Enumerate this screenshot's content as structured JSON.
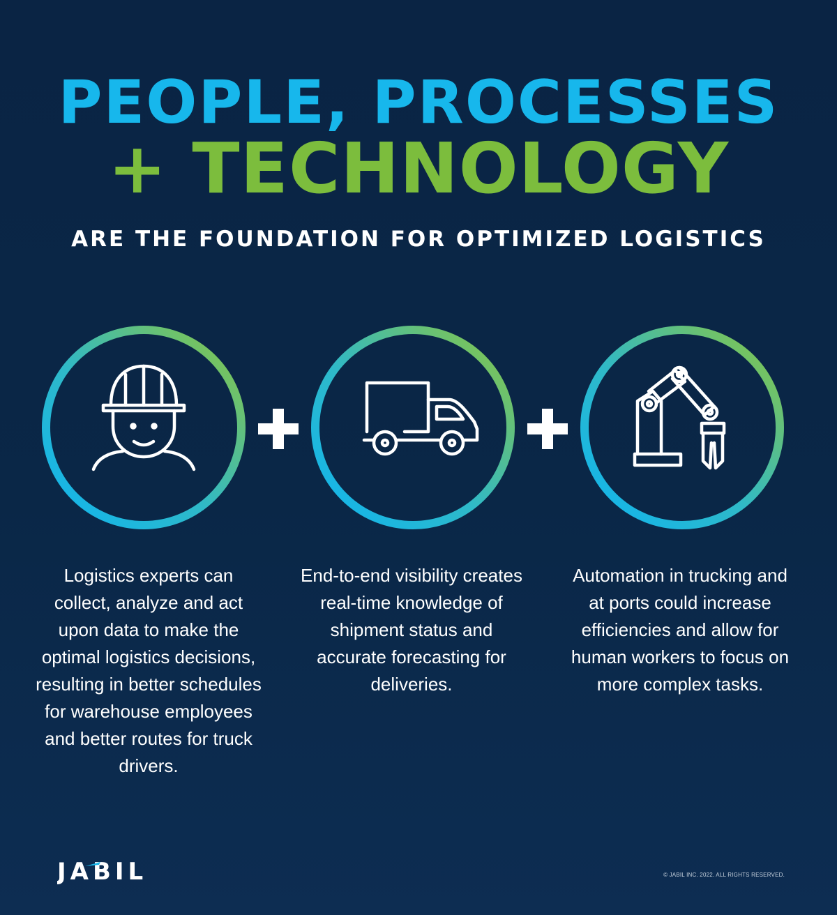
{
  "header": {
    "line1": "PEOPLE, PROCESSES",
    "line2": "+ TECHNOLOGY",
    "subline": "ARE THE FOUNDATION FOR OPTIMIZED LOGISTICS"
  },
  "pillars": [
    {
      "icon": "worker-hardhat-icon",
      "text": "Logistics experts can collect, analyze and act upon data to make the optimal logistics decisions, resulting in better schedules for warehouse employees and better routes for truck drivers."
    },
    {
      "icon": "delivery-truck-icon",
      "text": "End-to-end visibility creates real-time knowledge of shipment status and accurate forecasting for deliveries."
    },
    {
      "icon": "robotic-arm-icon",
      "text": "Automation in trucking and at ports could increase efficiencies and allow for human workers to focus on more complex tasks."
    }
  ],
  "separators": [
    "plus-icon",
    "plus-icon"
  ],
  "footer": {
    "logo_text": "JABIL",
    "copyright": "© JABIL INC. 2022. ALL RIGHTS RESERVED."
  },
  "colors": {
    "background": "#0a2444",
    "blue": "#17b7ec",
    "green": "#7cbd3d",
    "text": "#ffffff"
  }
}
